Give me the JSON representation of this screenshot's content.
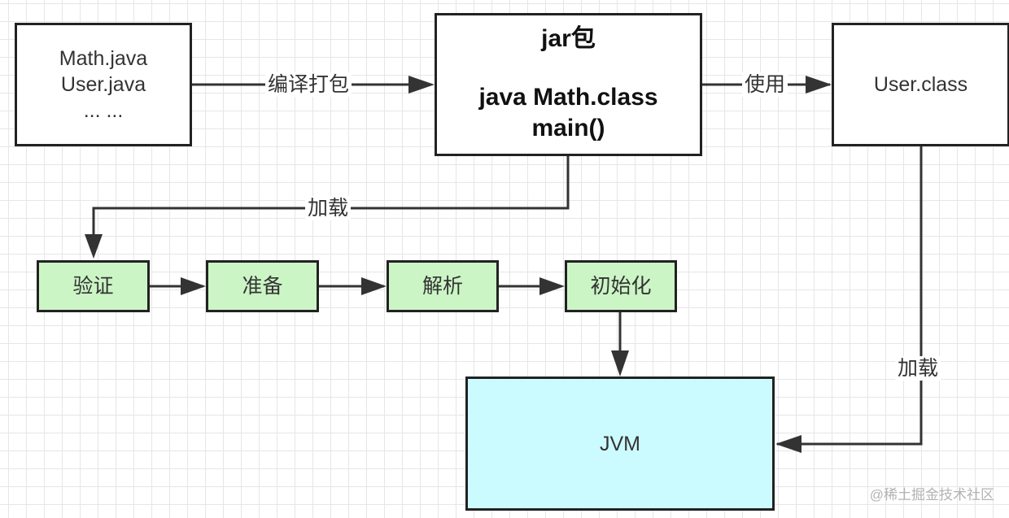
{
  "nodes": {
    "source": {
      "lines": [
        "Math.java",
        "User.java",
        "... ..."
      ]
    },
    "jar": {
      "title": "jar包",
      "lines": [
        "java Math.class",
        "main()"
      ]
    },
    "user_class": {
      "label": "User.class"
    },
    "steps": [
      "验证",
      "准备",
      "解析",
      "初始化"
    ],
    "jvm": {
      "label": "JVM"
    }
  },
  "edges": {
    "compile": "编译打包",
    "use": "使用",
    "load_main": "加载",
    "load_user": "加载"
  },
  "watermark": "@稀土掘金技术社区",
  "colors": {
    "stroke": "#222222",
    "step_fill": "#ccf5c6",
    "jvm_fill": "#ccfbff",
    "grid": "#e6e6e6"
  }
}
